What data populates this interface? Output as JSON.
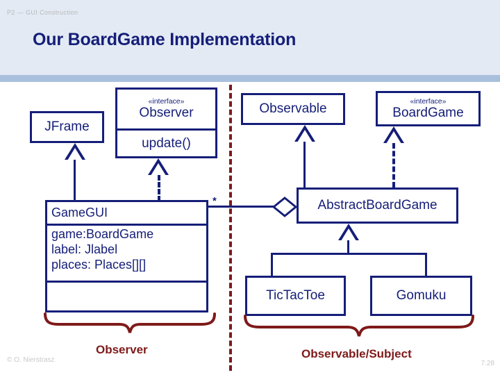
{
  "slide": {
    "kicker": "P2 — GUI Construction",
    "title": "Our BoardGame Implementation",
    "copyright": "© O. Nierstrasz",
    "page_number": "7.28",
    "colors": {
      "header_bg": "#e3eaf4",
      "header_rule": "#a9c0dd",
      "navy": "#151e78",
      "dark_red": "#7e1a1a",
      "footer_gray": "#c9c9c9"
    }
  },
  "diagram": {
    "classes": {
      "jframe": {
        "name": "JFrame"
      },
      "observer": {
        "stereotype": "«interface»",
        "name": "Observer",
        "operations": [
          "update()"
        ]
      },
      "observable": {
        "name": "Observable"
      },
      "boardgame": {
        "stereotype": "«interface»",
        "name": "BoardGame"
      },
      "gamegui": {
        "name": "GameGUI",
        "attributes": [
          "game:BoardGame",
          "label: Jlabel",
          "places: Places[][]"
        ],
        "operations": []
      },
      "abstractboardgame": {
        "name": "AbstractBoardGame"
      },
      "tictactoe": {
        "name": "TicTacToe"
      },
      "gomuku": {
        "name": "Gomuku"
      }
    },
    "association": {
      "multiplicity": "*",
      "from": "GameGUI",
      "to": "AbstractBoardGame",
      "kind": "aggregation"
    },
    "annotations": {
      "observer_role": "Observer",
      "observable_role": "Observable/Subject"
    }
  }
}
